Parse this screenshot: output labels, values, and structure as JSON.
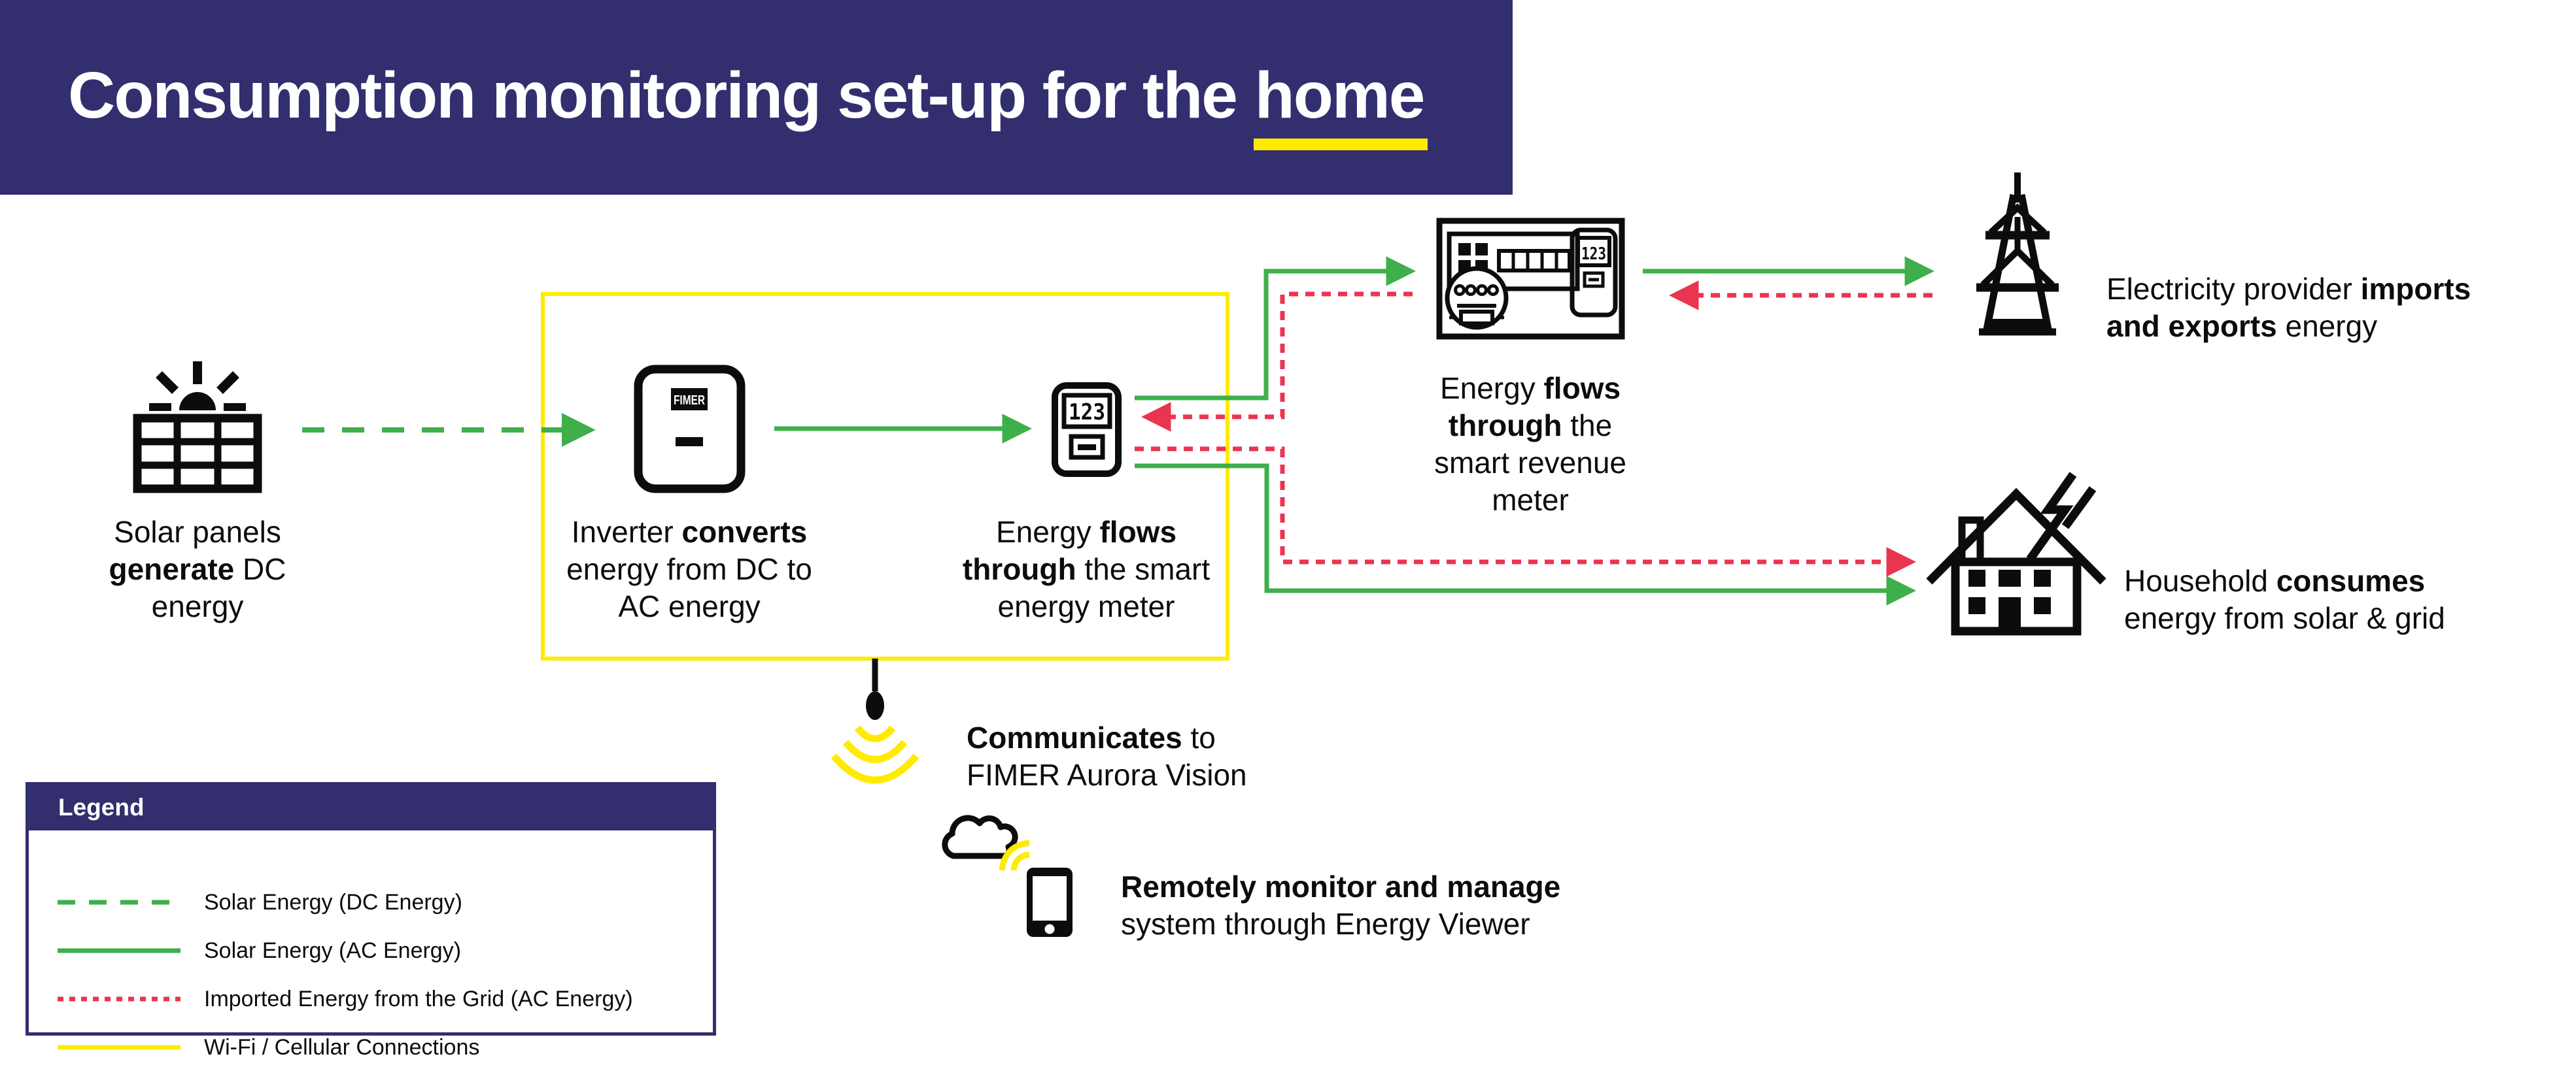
{
  "header": {
    "title_prefix": "Consumption monitoring set-up for the ",
    "title_highlight": "home"
  },
  "colors": {
    "navy": "#332E6E",
    "green": "#3EAF4B",
    "red": "#EA3550",
    "yellow": "#FFEB00",
    "ink": "#0C0C0C"
  },
  "devices": {
    "inverter_brand": "FIMER",
    "energy_meter_display": "123",
    "revenue_meter_display": "123"
  },
  "captions": {
    "solar": {
      "lines": [
        {
          "pre": "Solar panels"
        },
        {
          "bold": "generate",
          "post": " DC"
        },
        {
          "pre": "energy"
        }
      ]
    },
    "inverter": {
      "lines": [
        {
          "pre": "Inverter ",
          "bold": "converts"
        },
        {
          "pre": "energy from DC to"
        },
        {
          "pre": "AC energy"
        }
      ]
    },
    "energy_meter": {
      "lines": [
        {
          "pre": "Energy ",
          "bold": "flows"
        },
        {
          "bold": "through",
          "post": " the smart"
        },
        {
          "pre": "energy meter"
        }
      ]
    },
    "revenue_meter": {
      "lines": [
        {
          "pre": "Energy ",
          "bold": "flows"
        },
        {
          "bold": "through",
          "post": " the"
        },
        {
          "pre": "smart revenue"
        },
        {
          "pre": "meter"
        }
      ]
    },
    "provider": {
      "lines": [
        {
          "pre": "Electricity provider ",
          "bold": "imports"
        },
        {
          "bold": "and exports",
          "post": " energy"
        }
      ]
    },
    "household": {
      "lines": [
        {
          "pre": "Household ",
          "bold": "consumes"
        },
        {
          "pre": "energy from solar & grid"
        }
      ]
    },
    "communicates": {
      "lines": [
        {
          "bold": "Communicates",
          "post": " to"
        },
        {
          "pre": "FIMER Aurora Vision"
        }
      ]
    },
    "remote": {
      "lines": [
        {
          "bold": "Remotely monitor and manage"
        },
        {
          "pre": "system through Energy Viewer"
        }
      ]
    }
  },
  "legend": {
    "title": "Legend",
    "items": [
      {
        "label": "Solar Energy (DC Energy)",
        "style": "dashed-green"
      },
      {
        "label": "Solar Energy (AC Energy)",
        "style": "solid-green"
      },
      {
        "label": "Imported Energy from the Grid (AC Energy)",
        "style": "dotted-red"
      },
      {
        "label": "Wi-Fi / Cellular Connections",
        "style": "solid-yellow"
      }
    ]
  },
  "icons": {
    "solar-panel-icon": "3x3 panel grid with rising sun",
    "inverter-icon": "rounded box with FIMER badge and dash",
    "energy-meter-icon": "rounded box with 123 display",
    "revenue-meter-icon": "box with segment display, 123 unit and dial gauge",
    "pylon-icon": "electricity transmission tower",
    "house-icon": "house with chimney, windows, door and lightning bolt",
    "antenna-icon": "antenna dot with yellow signal arcs",
    "cloud-icon": "outlined cloud",
    "phone-icon": "smartphone with yellow wifi arcs"
  }
}
